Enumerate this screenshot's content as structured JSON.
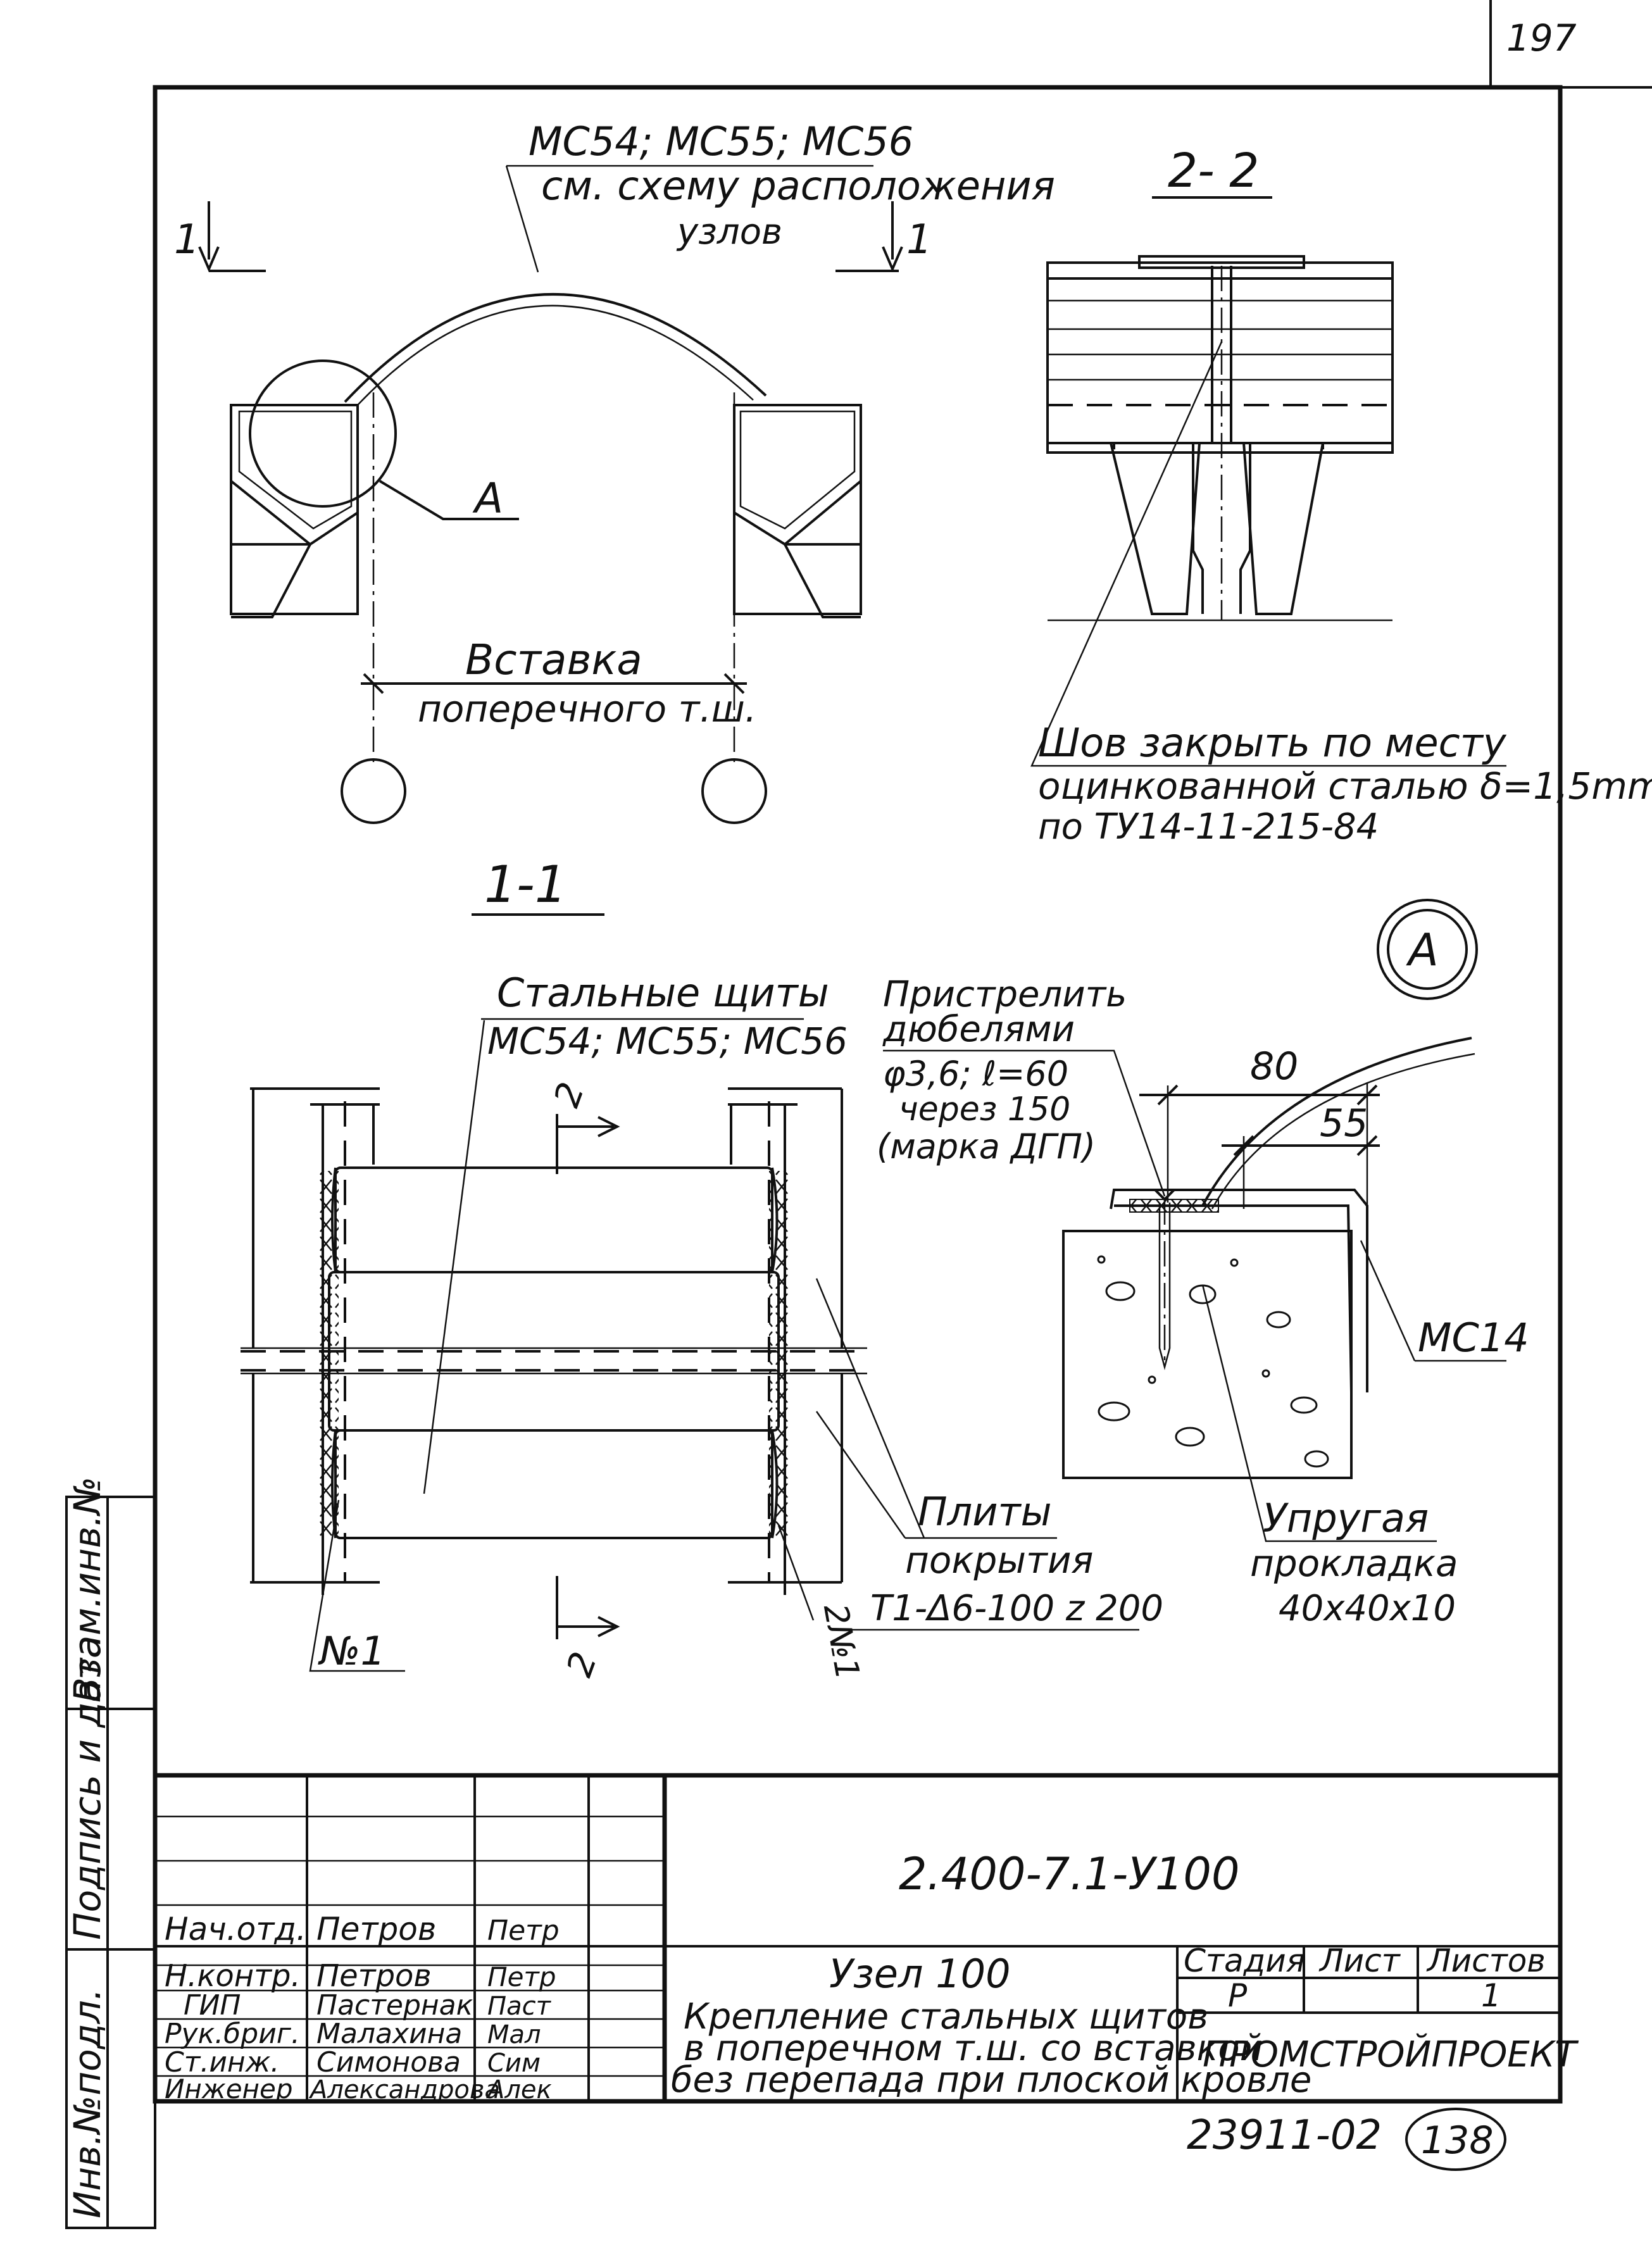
{
  "sheet_number_corner": "197",
  "top_view": {
    "leader_marks": "МС54; МС55; МС56",
    "leader_note_line1": "см. схему расположения",
    "leader_note_line2": "узлов",
    "section_mark_left": "1",
    "section_mark_right": "1",
    "detail_callout": "А",
    "dimension_line1": "Вставка",
    "dimension_line2": "поперечного т.ш."
  },
  "section_2_2": {
    "title": "2- 2",
    "note_line1": "Шов закрыть по месту",
    "note_line2": "оцинкованной сталью δ=1,5mm",
    "note_line3": "по ТУ14-11-215-84"
  },
  "section_1_1": {
    "title": "1-1",
    "shields_line1": "Стальные щиты",
    "shields_line2": "МС54; МС55; МС56",
    "cut_mark_top": "2",
    "cut_mark_bottom": "2",
    "slabs_line1": "Плиты",
    "slabs_line2": "покрытия",
    "position_left": "№1",
    "position_right": "2№1",
    "weld_note": "Т1-Δ6-100 z 200"
  },
  "detail_a": {
    "title": "А",
    "fasten_line1": "Пристрелить",
    "fasten_line2": "дюбелями",
    "fasten_line3": "φ3,6; ℓ=60",
    "fasten_line4": "через 150",
    "fasten_line5": "(марка ДГП)",
    "dim_80": "80",
    "dim_55": "55",
    "angle_mark": "МС14",
    "gasket_line1": "Упругая",
    "gasket_line2": "прокладка",
    "gasket_line3": "40х40х10"
  },
  "side_stamp": {
    "cell1": "Взам.инв.№",
    "cell2": "Подпись и дата",
    "cell3": "Инв.№подл."
  },
  "title_block": {
    "document_code": "2.400-7.1-У100",
    "roles": [
      {
        "role": "Нач.отд.",
        "name": "Петров",
        "signature": "Петр"
      },
      {
        "role": "Н.контр.",
        "name": "Петров",
        "signature": "Петр"
      },
      {
        "role": "ГИП",
        "name": "Пастернак",
        "signature": "Паст"
      },
      {
        "role": "Рук.бриг.",
        "name": "Малахина",
        "signature": "Мал"
      },
      {
        "role": "Ст.инж.",
        "name": "Симонова",
        "signature": "Сим"
      },
      {
        "role": "Инженер",
        "name": "Александрова",
        "signature": "Алек"
      }
    ],
    "node_title": "Узел 100",
    "description_line1": "Крепление стальных щитов",
    "description_line2": "в поперечном т.ш. со вставкой",
    "description_line3": "без перепада при плоской кровле",
    "stage_label": "Стадия",
    "sheet_label": "Лист",
    "sheets_label": "Листов",
    "stage_value": "Р",
    "sheet_value": "",
    "sheets_value": "1",
    "organization": "ПРОМСТРОЙПРОЕКТ",
    "archive_number": "23911-02",
    "archive_sheet": "138"
  }
}
